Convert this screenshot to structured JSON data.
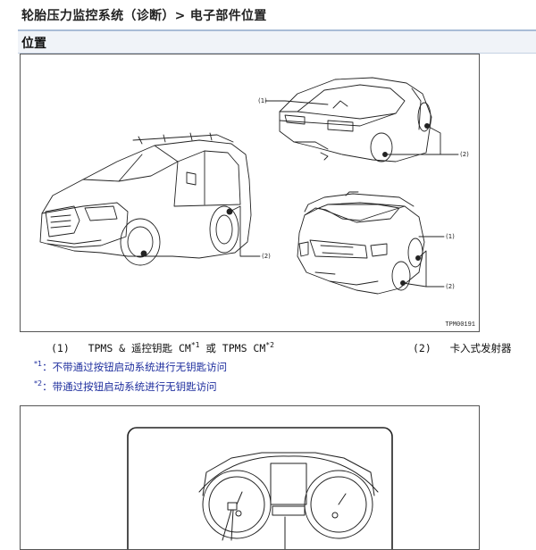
{
  "breadcrumb": "轮胎压力监控系统（诊断）> 电子部件位置",
  "section_title": "位置",
  "figure1": {
    "code": "TPM00191",
    "callouts": {
      "c1": "(1)",
      "c2": "(2)"
    }
  },
  "legend": {
    "item1_num": "(1)",
    "item1_label_a": "TPMS & 遥控钥匙 CM",
    "item1_sup_a": "*1",
    "item1_label_b": " 或 TPMS CM",
    "item1_sup_b": "*2",
    "item2_num": "(2)",
    "item2_label": "卡入式发射器"
  },
  "notes": [
    {
      "mark": "*1",
      "text": "：不带通过按钮启动系统进行无钥匙访问"
    },
    {
      "mark": "*2",
      "text": "：带通过按钮启动系统进行无钥匙访问"
    }
  ]
}
